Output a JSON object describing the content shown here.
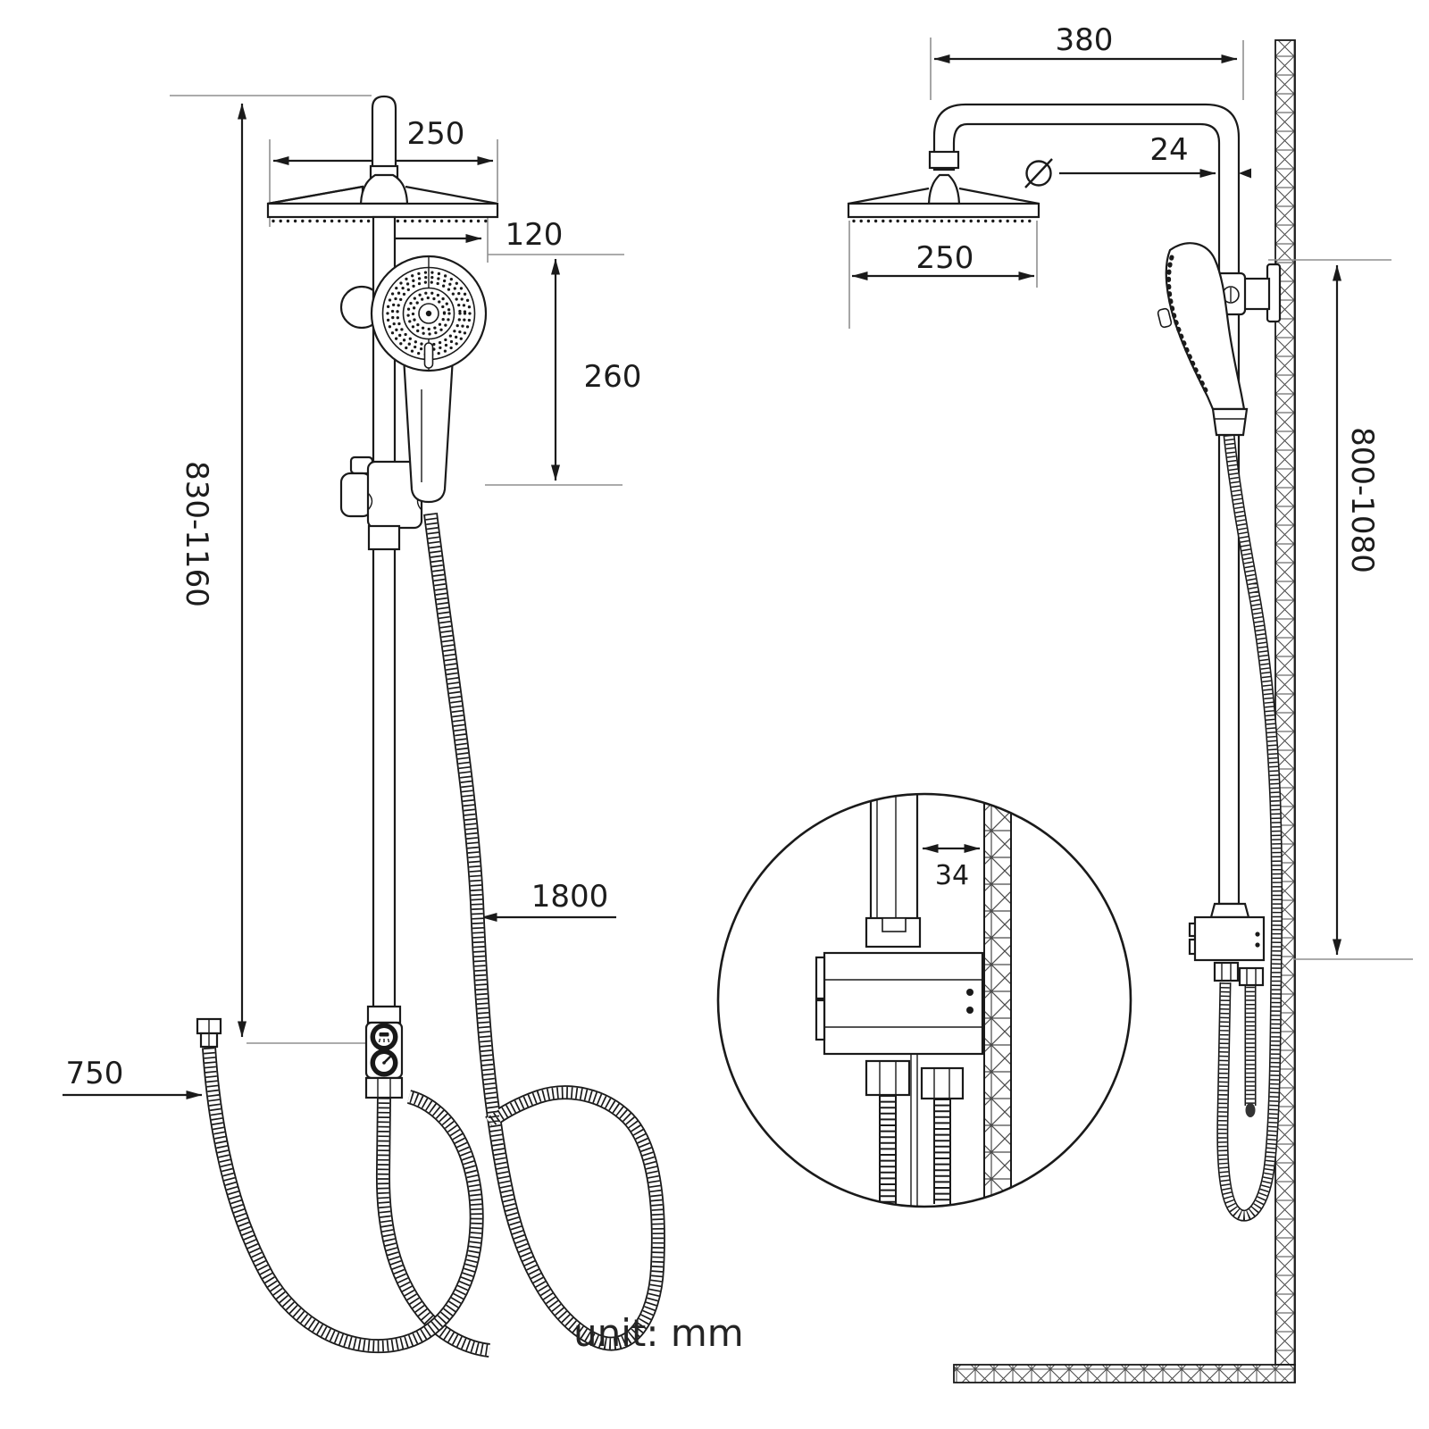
{
  "drawing": {
    "kind": "shower-system installation dimension drawing",
    "front_view": {
      "head_width": "250",
      "hand_shower_diameter": "120",
      "hand_shower_height": "260",
      "riser_height_range": "830-1160",
      "shower_hose_length": "1800",
      "inlet_hose_length": "750"
    },
    "side_view": {
      "arm_reach": "380",
      "pipe_diameter_value": "24",
      "diameter_symbol": "Ø",
      "head_depth": "250",
      "mount_height_range": "800-1080"
    },
    "detail_view": {
      "wall_offset": "34"
    },
    "footer": {
      "unit_label": "unit: mm"
    },
    "colors": {
      "line": "#1a1a1a",
      "extension_line": "#8f8f8f",
      "background": "#ffffff"
    }
  }
}
